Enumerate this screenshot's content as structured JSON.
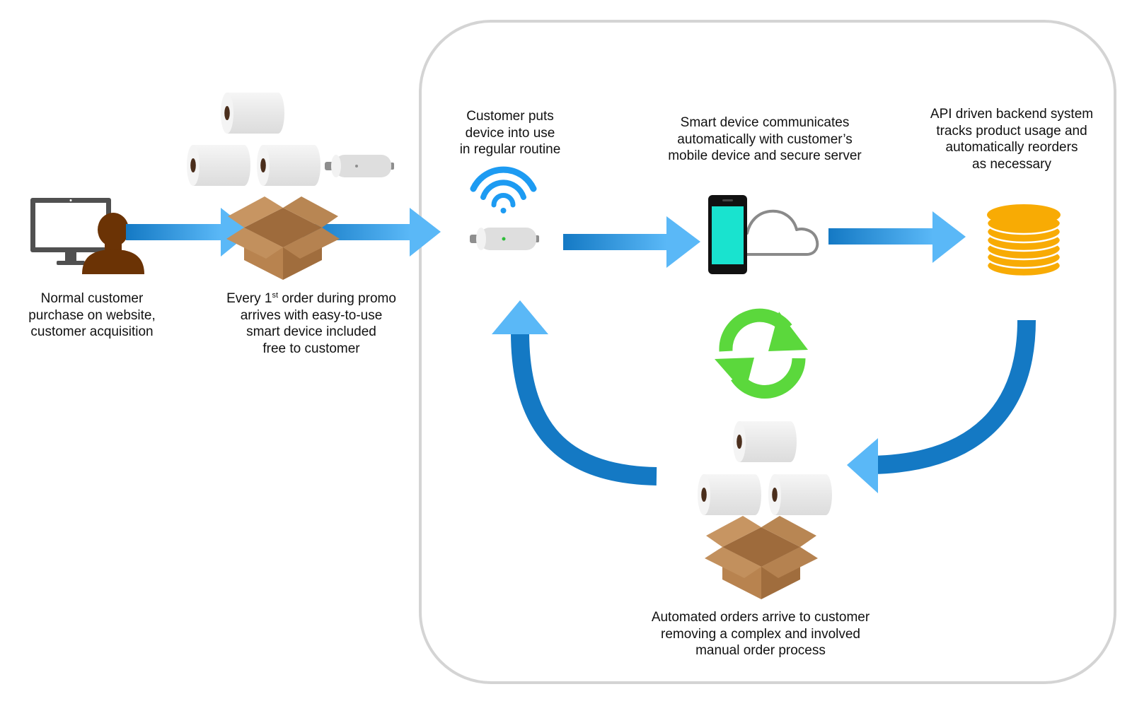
{
  "captions": {
    "customer": [
      "Normal customer",
      "purchase on website,",
      "customer acquisition"
    ],
    "promo": {
      "line1_before": "Every 1",
      "line1_sup": "st",
      "line1_after": " order during promo",
      "rest": [
        "arrives with easy-to-use",
        "smart device included",
        "free to customer"
      ]
    },
    "device_use": [
      "Customer puts",
      "device into use",
      "in regular routine"
    ],
    "smart_device": [
      "Smart device communicates",
      "automatically with customer’s",
      "mobile device and secure server"
    ],
    "backend": [
      "API driven backend system",
      "tracks product usage and",
      "automatically reorders",
      "as necessary"
    ],
    "automated": [
      "Automated orders arrive to customer",
      "removing a complex and involved",
      "manual order process"
    ]
  },
  "colors": {
    "arrow_light": "#5ab8f7",
    "arrow_dark": "#1479c4",
    "panel_border": "#d4d4d4",
    "box": "#b07b48",
    "coins": "#f8ab04",
    "phone_screen": "#19e3cf",
    "refresh": "#5bd83c",
    "wifi": "#1d9bf2",
    "person": "#6b3305",
    "monitor": "#505050",
    "roll": "#ebebeb",
    "roll_core": "#4b2f1d"
  },
  "icons": [
    "monitor-icon",
    "person-icon",
    "cardboard-box-icon",
    "toilet-roll-icon",
    "smart-device-icon",
    "wifi-icon",
    "smartphone-icon",
    "cloud-icon",
    "coin-stack-icon",
    "refresh-cycle-icon"
  ]
}
